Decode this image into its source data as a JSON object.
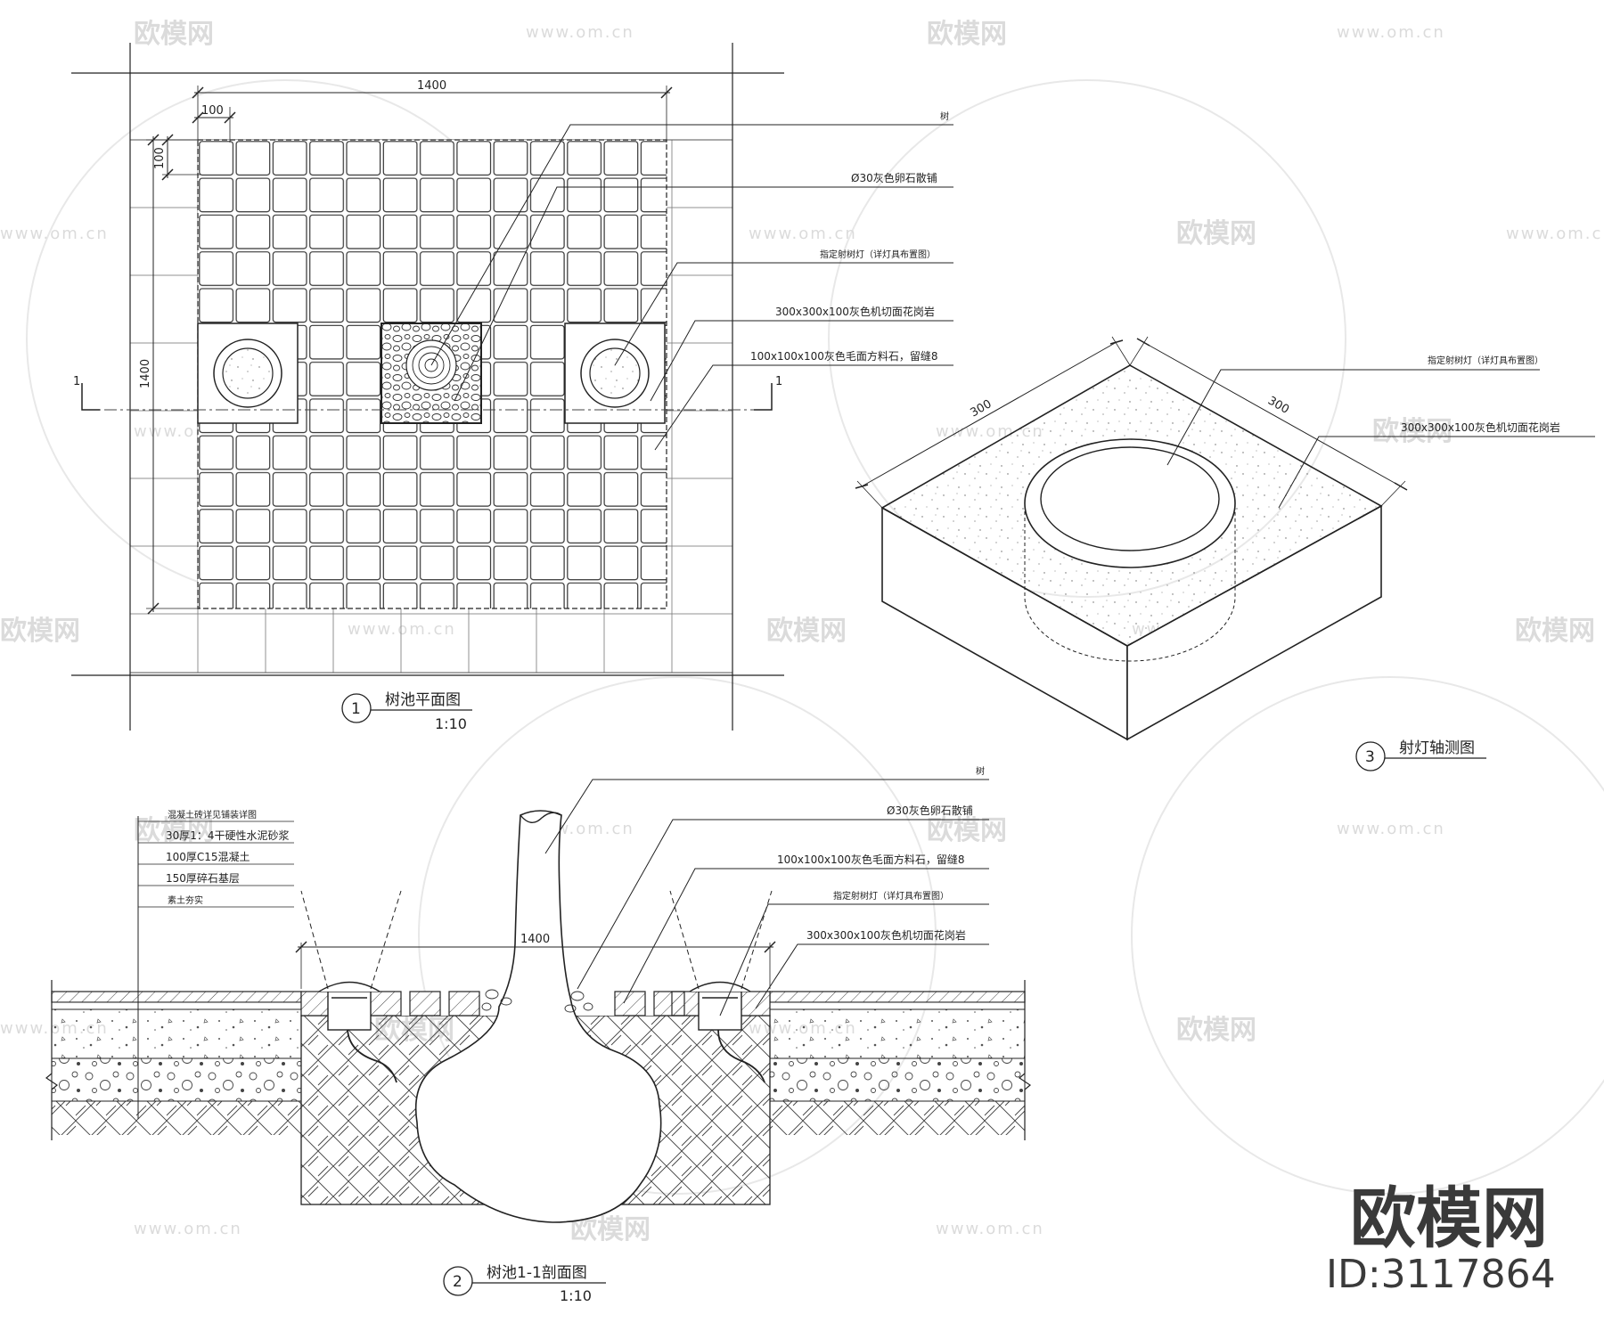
{
  "plan": {
    "title_no": "1",
    "title": "树池平面图",
    "scale": "1:10",
    "dims": {
      "overall_h": "1400",
      "overall_v": "1400",
      "tile_h": "100",
      "tile_v": "100"
    },
    "section_mark_left": "1",
    "section_mark_right": "1",
    "labels": [
      "树",
      "Ø30灰色卵石散铺",
      "指定射树灯（详灯具布置图）",
      "300x300x100灰色机切面花岗岩",
      "100x100x100灰色毛面方料石，留缝8"
    ]
  },
  "section": {
    "title_no": "2",
    "title": "树池1-1剖面图",
    "scale": "1:10",
    "dim_width": "1400",
    "layers": [
      "混凝土砖详见铺装详图",
      "30厚1：4干硬性水泥砂浆",
      "100厚C15混凝土",
      "150厚碎石基层",
      "素土夯实"
    ],
    "labels": [
      "树",
      "Ø30灰色卵石散铺",
      "100x100x100灰色毛面方料石，留缝8",
      "指定射树灯（详灯具布置图）",
      "300x300x100灰色机切面花岗岩"
    ]
  },
  "iso": {
    "title_no": "3",
    "title": "射灯轴测图",
    "dim_a": "300",
    "dim_b": "300",
    "labels": [
      "指定射树灯（详灯具布置图）",
      "300x300x100灰色机切面花岗岩"
    ]
  },
  "watermark": {
    "text": "欧模网",
    "url": "www.om.cn"
  },
  "brand": {
    "name": "欧模网",
    "id": "ID:3117864"
  }
}
